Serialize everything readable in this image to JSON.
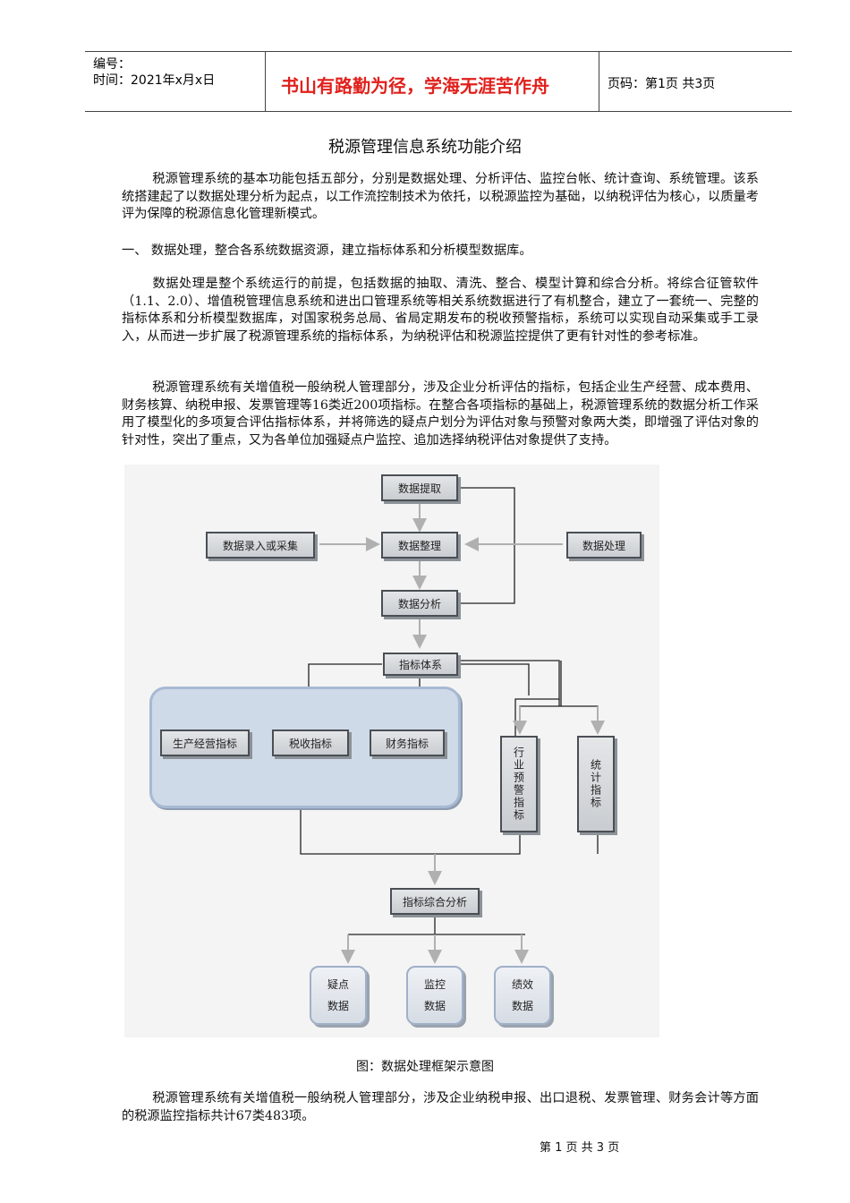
{
  "header": {
    "number_label": "编号：",
    "time_label": "时间：2021年x月x日",
    "motto": "书山有路勤为径，学海无涯苦作舟",
    "page_label": "页码：第1页  共3页"
  },
  "doc": {
    "title": "税源管理信息系统功能介绍",
    "p1": "税源管理系统的基本功能包括五部分，分别是数据处理、分析评估、监控台帐、统计查询、系统管理。该系统搭建起了以数据处理分析为起点，以工作流控制技术为依托，以税源监控为基础，以纳税评估为核心，以质量考评为保障的税源信息化管理新模式。",
    "h1": "一、  数据处理，整合各系统数据资源，建立指标体系和分析模型数据库。",
    "p2": "数据处理是整个系统运行的前提，包括数据的抽取、清洗、整合、模型计算和综合分析。将综合征管软件（1.1、2.0）、增值税管理信息系统和进出口管理系统等相关系统数据进行了有机整合，建立了一套统一、完整的指标体系和分析模型数据库，对国家税务总局、省局定期发布的税收预警指标，系统可以实现自动采集或手工录入，从而进一步扩展了税源管理系统的指标体系，为纳税评估和税源监控提供了更有针对性的参考标准。",
    "p3": "税源管理系统有关增值税一般纳税人管理部分，涉及企业分析评估的指标，包括企业生产经营、成本费用、财务核算、纳税申报、发票管理等16类近200项指标。在整合各项指标的基础上，税源管理系统的数据分析工作采用了模型化的多项复合评估指标体系，并将筛选的疑点户划分为评估对象与预警对象两大类，即增强了评估对象的针对性，突出了重点，又为各单位加强疑点户监控、追加选择纳税评估对象提供了支持。",
    "caption": "图：数据处理框架示意图",
    "p4": "税源管理系统有关增值税一般纳税人管理部分，涉及企业纳税申报、出口退税、发票管理、财务会计等方面的税源监控指标共计67类483项。",
    "footer": "第 1 页 共 3 页"
  },
  "diagram": {
    "extract": "数据提取",
    "input": "数据录入或采集",
    "organize": "数据整理",
    "process": "数据处理",
    "analyze": "数据分析",
    "index_system": "指标体系",
    "production": "生产经营指标",
    "tax": "税收指标",
    "finance": "财务指标",
    "industry_warning": "行业预警指标",
    "statistics": "统计指标",
    "composite": "指标综合分析",
    "suspect": [
      "疑点",
      "数据"
    ],
    "monitor": [
      "监控",
      "数据"
    ],
    "performance": [
      "绩效",
      "数据"
    ]
  }
}
